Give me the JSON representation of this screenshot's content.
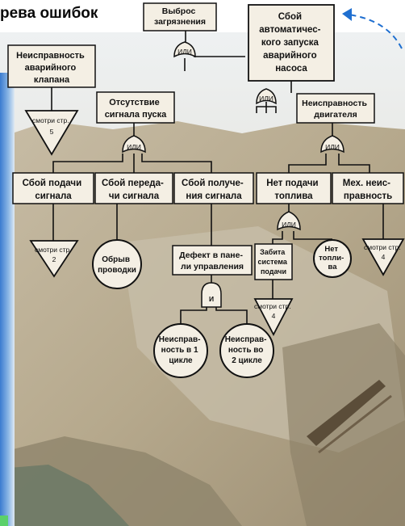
{
  "title": "рева ошибок",
  "gates": {
    "or": "ИЛИ",
    "and": "И"
  },
  "nodes": {
    "top_event": [
      "Сбой",
      "автоматичес-",
      "кого запуска",
      "аварийного",
      "насоса"
    ],
    "pollution": [
      "Выброс",
      "загрязнения"
    ],
    "valve_fault": [
      "Неисправность",
      "аварийного",
      "клапана"
    ],
    "no_start_signal": [
      "Отсутствие",
      "сигнала пуска"
    ],
    "engine_fault": [
      "Неисправность",
      "двигателя"
    ],
    "signal_feed_fail": [
      "Сбой подачи",
      "сигнала"
    ],
    "signal_tx_fail": [
      "Сбой переда-",
      "чи сигнала"
    ],
    "signal_rx_fail": [
      "Сбой получе-",
      "ния сигнала"
    ],
    "no_fuel_feed": [
      "Нет подачи",
      "топлива"
    ],
    "mech_fault": [
      "Мех. неис-",
      "правность"
    ],
    "panel_defect": [
      "Дефект в пане-",
      "ли управления"
    ],
    "wire_break": [
      "Обрыв",
      "проводки"
    ],
    "feed_clogged": [
      "Забита",
      "система",
      "подачи"
    ],
    "no_fuel": [
      "Нет",
      "топли-",
      "ва"
    ],
    "cycle1_fault": [
      "Неисправ-",
      "ность в 1",
      "цикле"
    ],
    "cycle2_fault": [
      "Неисправ-",
      "ность во",
      "2 цикле"
    ]
  },
  "refs": {
    "valve_ref": [
      "смотри стр.",
      "5"
    ],
    "feed_ref": [
      "смотри стр.",
      "2"
    ],
    "fuel_ref": [
      "смотри стр.",
      "4"
    ],
    "mech_ref": [
      "смотри стр.",
      "4"
    ]
  },
  "colors": {
    "box_fill": "#f4efe4",
    "stroke": "#111111",
    "arrow": "#1f6fd0",
    "sidebar": "#4a8fd8"
  }
}
